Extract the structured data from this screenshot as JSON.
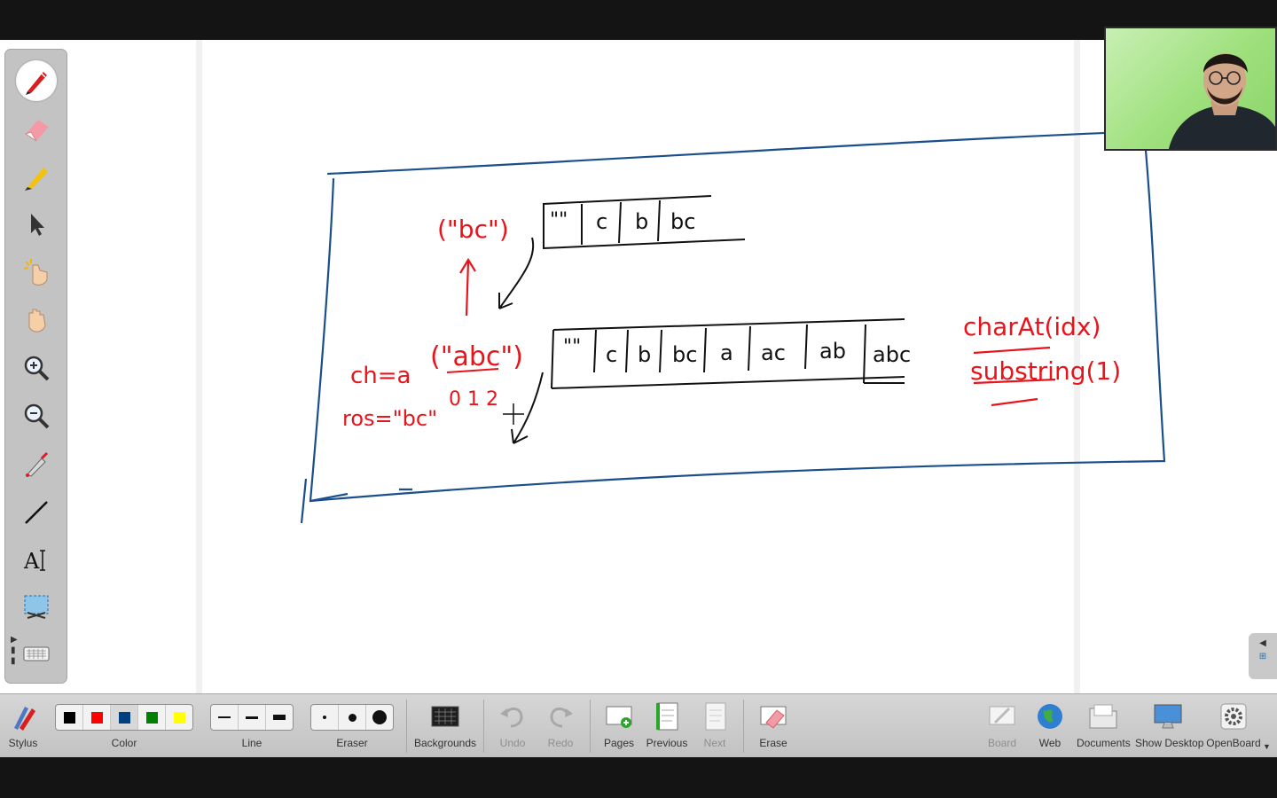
{
  "toolbar": {
    "stylus_label": "Stylus",
    "color_label": "Color",
    "line_label": "Line",
    "eraser_label": "Eraser",
    "backgrounds_label": "Backgrounds",
    "undo_label": "Undo",
    "redo_label": "Redo",
    "pages_label": "Pages",
    "previous_label": "Previous",
    "next_label": "Next",
    "erase_label": "Erase",
    "board_label": "Board",
    "web_label": "Web",
    "documents_label": "Documents",
    "show_desktop_label": "Show Desktop",
    "openboard_label": "OpenBoard",
    "colors": [
      "#000000",
      "#ff0000",
      "#004080",
      "#008000",
      "#ffff00"
    ],
    "selected_color": "#004080"
  },
  "palette": {
    "tools": [
      "pen-icon",
      "eraser-icon",
      "highlighter-icon",
      "selector-icon",
      "interactor-icon",
      "hand-icon",
      "zoom-in-icon",
      "zoom-out-icon",
      "laser-pointer-icon",
      "line-icon",
      "text-icon",
      "capture-icon",
      "keyboard-icon"
    ],
    "active_tool": "pen-icon"
  },
  "board": {
    "annotations": {
      "top_label": "(\"bc\")",
      "top_strip": [
        "\"\"",
        "c",
        "b",
        "bc"
      ],
      "ch_eq": "ch=a",
      "ros_eq": "ros=\"bc\"",
      "mid_label": "(\"abc\")",
      "indices": "0 1 2",
      "bottom_strip": [
        "\"\"",
        "c",
        "b",
        "bc",
        "a",
        "ac",
        "ab",
        "abc"
      ],
      "charat": "charAt(idx)",
      "substring": "substring(1)"
    },
    "ink_colors": {
      "blue": "#1a4f8c",
      "red": "#e8141c",
      "black": "#111111"
    }
  }
}
